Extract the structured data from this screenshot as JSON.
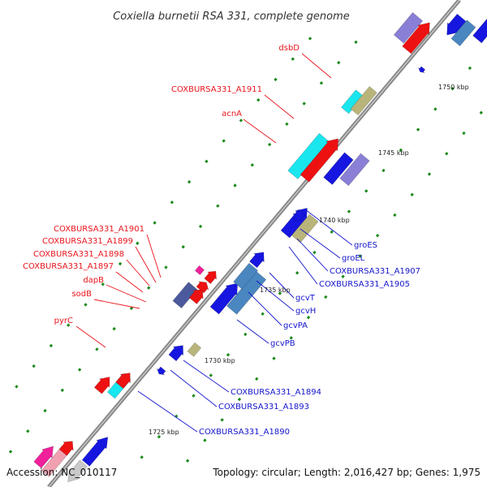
{
  "title": "Coxiella burnetii RSA 331, complete genome",
  "footer": {
    "accession": "Accession: NC_010117",
    "summary": "Topology: circular; Length: 2,016,427 bp; Genes: 1,975"
  },
  "colors": {
    "backbone": "#888888",
    "tick": "#1a8a1a",
    "left_label": "#e8141c",
    "right_label": "#1414cc",
    "forward_cds": "#ee1111",
    "reverse_cds": "#1616e0"
  },
  "ticks": [
    "1725 kbp",
    "1730 kbp",
    "1735 kbp",
    "1740 kbp",
    "1745 kbp",
    "1750 kbp"
  ],
  "left_labels": [
    "dsbD",
    "COXBURSA331_A1911",
    "acnA",
    "COXBURSA331_A1901",
    "COXBURSA331_A1899",
    "COXBURSA331_A1898",
    "COXBURSA331_A1897",
    "dapB",
    "sodB",
    "pyrC"
  ],
  "right_labels": [
    "groES",
    "groEL",
    "COXBURSA331_A1907",
    "COXBURSA331_A1905",
    "gcvT",
    "gcvH",
    "gcvPA",
    "gcvPB",
    "COXBURSA331_A1894",
    "COXBURSA331_A1893",
    "COXBURSA331_A1890"
  ]
}
